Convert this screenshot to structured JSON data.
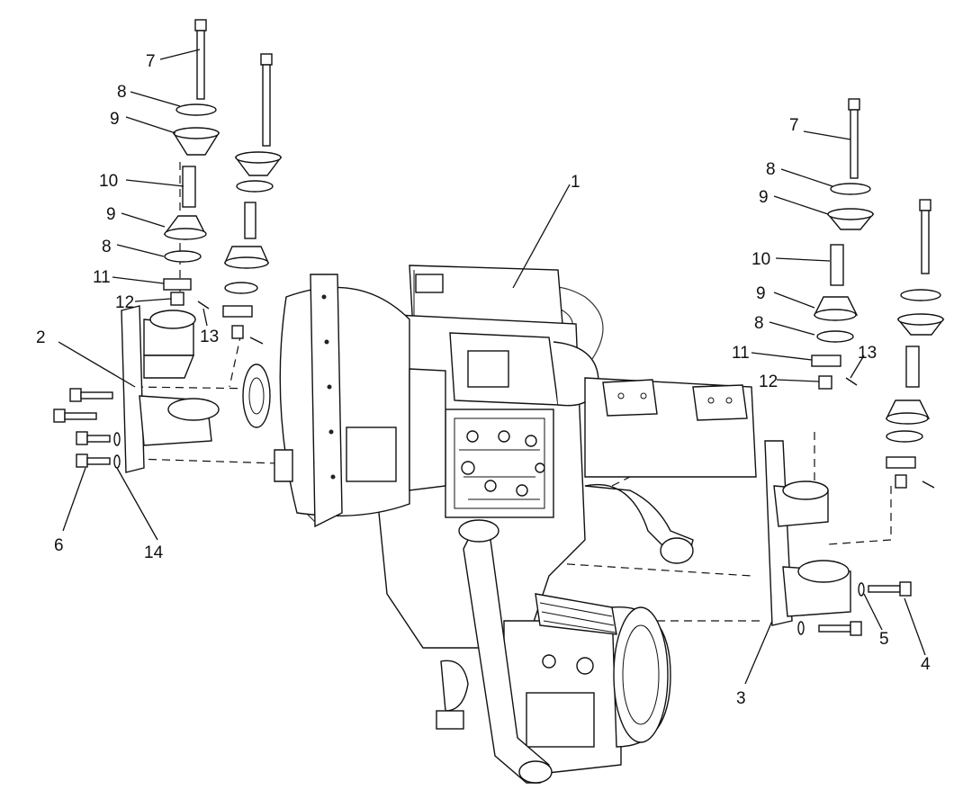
{
  "callouts": {
    "c1": "1",
    "c2": "2",
    "c3": "3",
    "c4": "4",
    "c5": "5",
    "c6": "6",
    "c7a": "7",
    "c8a": "8",
    "c9a": "9",
    "c10a": "10",
    "c9b": "9",
    "c8b": "8",
    "c11a": "11",
    "c12a": "12",
    "c13a": "13",
    "c14": "14",
    "c7b": "7",
    "c8c": "8",
    "c9c": "9",
    "c10b": "10",
    "c9d": "9",
    "c8d": "8",
    "c11b": "11",
    "c12b": "12",
    "c13b": "13"
  }
}
